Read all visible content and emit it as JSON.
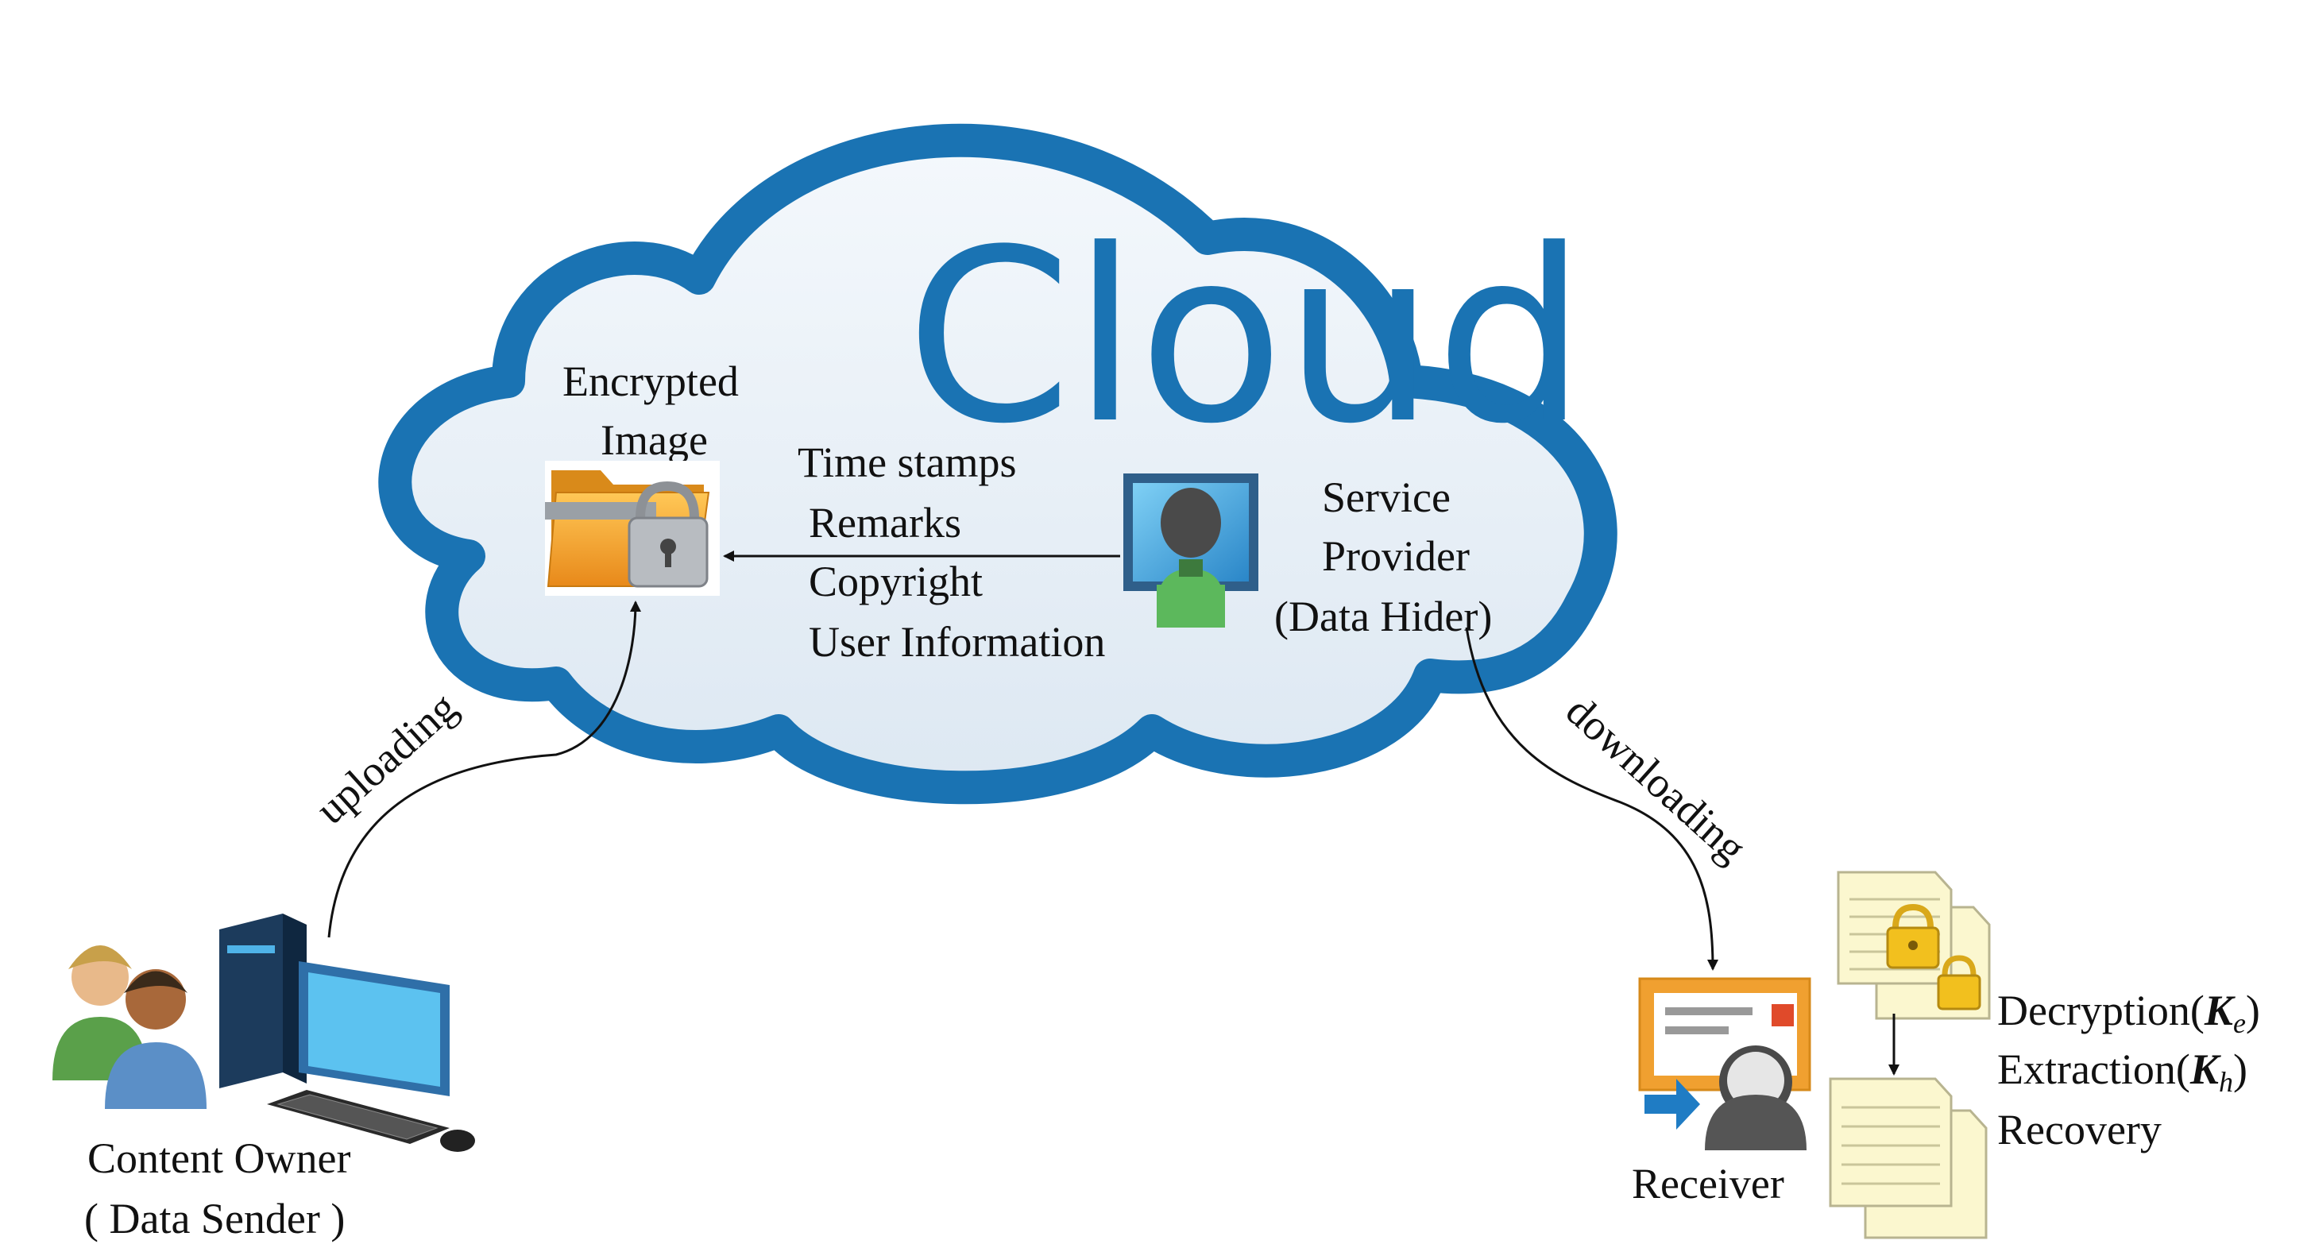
{
  "cloud": {
    "title": "Cloud"
  },
  "encrypted_image": {
    "line1": "Encrypted",
    "line2": "Image"
  },
  "service_provider": {
    "line1": "Service",
    "line2": "Provider",
    "line3": "(Data Hider)"
  },
  "metadata_items": [
    "Time stamps",
    "Remarks",
    "Copyright",
    "User Information"
  ],
  "content_owner": {
    "line1": "Content Owner",
    "line2": "( Data Sender )"
  },
  "receiver": {
    "label": "Receiver"
  },
  "arrows": {
    "upload": "uploading",
    "download": "downloading"
  },
  "operations": {
    "decryption": "Decryption(",
    "decryption_key": "K",
    "decryption_sub": "e",
    "extraction": "Extraction(",
    "extraction_key": "K",
    "extraction_sub": "h",
    "recovery": "Recovery",
    "close_paren": ")"
  },
  "colors": {
    "cloud_blue": "#1a73b3",
    "cloud_fill": "#eef3f8",
    "folder_orange": "#f5a623",
    "monitor_blue": "#3b82c4",
    "person_green": "#5cb85c"
  }
}
